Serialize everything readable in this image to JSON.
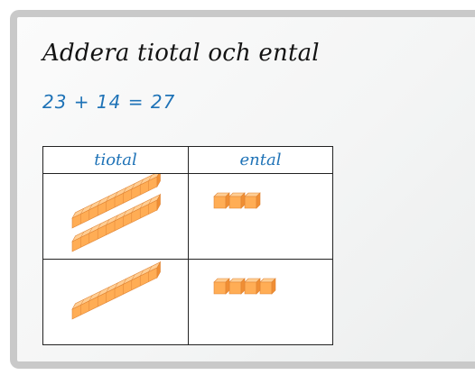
{
  "title": "Addera tiotal och ental",
  "equation": "23 + 14 = 27",
  "table": {
    "headers": [
      "tiotal",
      "ental"
    ],
    "rows": [
      {
        "tens": 2,
        "ones": 3
      },
      {
        "tens": 1,
        "ones": 4
      }
    ]
  },
  "colors": {
    "block_top": "#ffce94",
    "block_front": "#ffad55",
    "block_side": "#f08e33",
    "block_edge": "#e08434",
    "header_text": "#1f73b7",
    "equation_text": "#1f73b7"
  }
}
